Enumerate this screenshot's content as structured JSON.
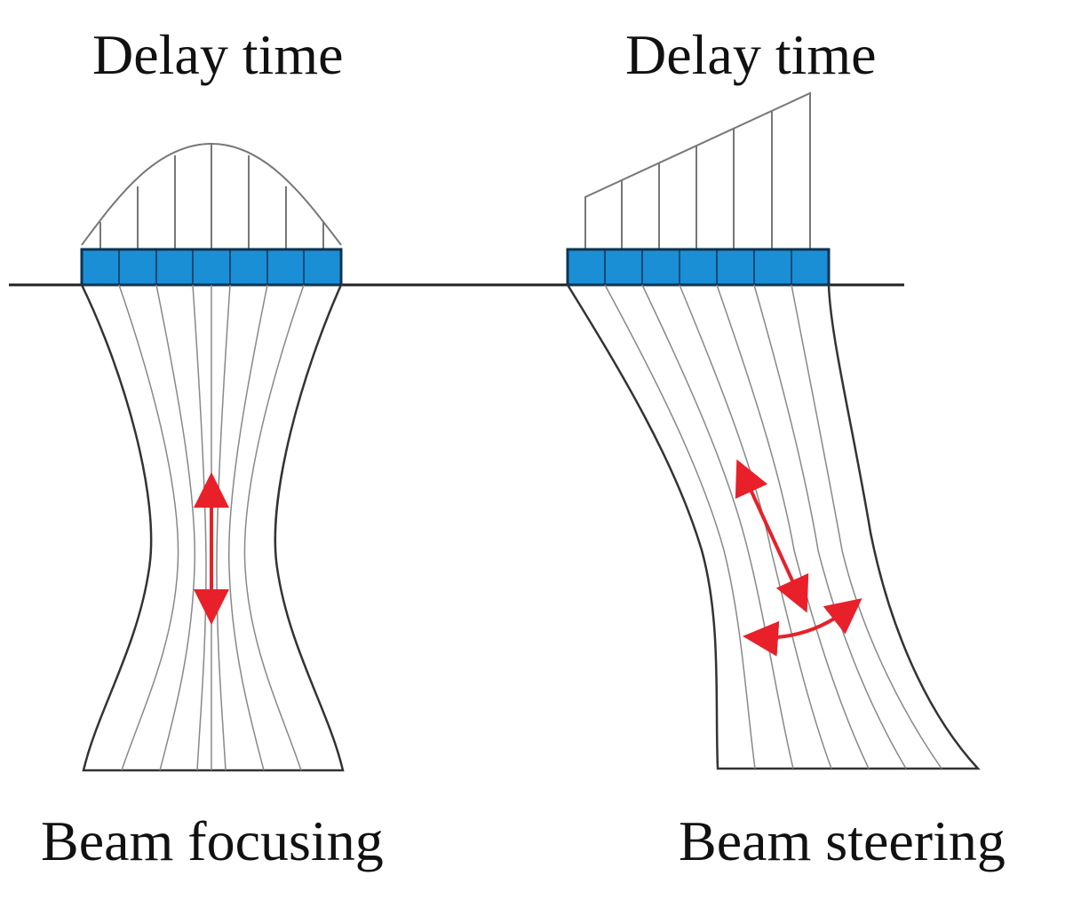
{
  "labels": {
    "delay_time_left": "Delay time",
    "delay_time_right": "Delay time",
    "beam_focusing": "Beam focusing",
    "beam_steering": "Beam steering"
  },
  "colors": {
    "array_fill": "#1a8fd6",
    "array_stroke": "#0f3350",
    "line": "#222222",
    "profile": "#777777",
    "beam_lines": "#888888",
    "arrow": "#e8202a"
  },
  "arrays": {
    "left_elements": 7,
    "right_elements": 7
  }
}
